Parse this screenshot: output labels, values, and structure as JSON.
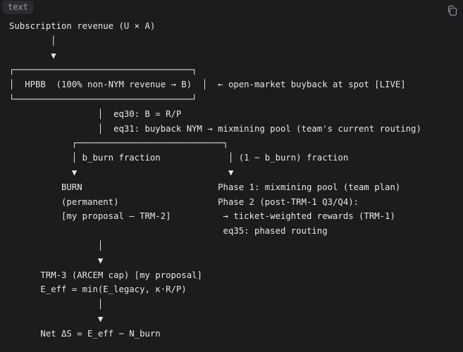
{
  "code_block": {
    "language": "text",
    "copy_icon": "copy-icon",
    "lines": [
      "Subscription revenue (U × A)",
      "        │",
      "        ▼",
      "┌──────────────────────────────────┐",
      "│  HPBB  (100% non-NYM revenue → B)  │  ← open-market buyback at spot [LIVE]",
      "└──────────────────────────────────┘",
      "                 │  eq30: B = R/P",
      "                 │  eq31: buyback NYM → mixmining pool (team's current routing)",
      "            ┌────────────────────────────┐",
      "            │ b_burn fraction             │ (1 − b_burn) fraction",
      "            ▼                             ▼",
      "          BURN                          Phase 1: mixmining pool (team plan)",
      "          (permanent)                   Phase 2 (post-TRM-1 Q3/Q4):",
      "          [my proposal — TRM-2]          → ticket-weighted rewards (TRM-1)",
      "                                         eq35: phased routing",
      "                 │",
      "                 ▼",
      "      TRM-3 (ARCEM cap) [my proposal]",
      "      E_eff = min(E_legacy, κ·R/P)",
      "                 │",
      "                 ▼",
      "      Net ΔS = E_eff − N_burn"
    ]
  }
}
